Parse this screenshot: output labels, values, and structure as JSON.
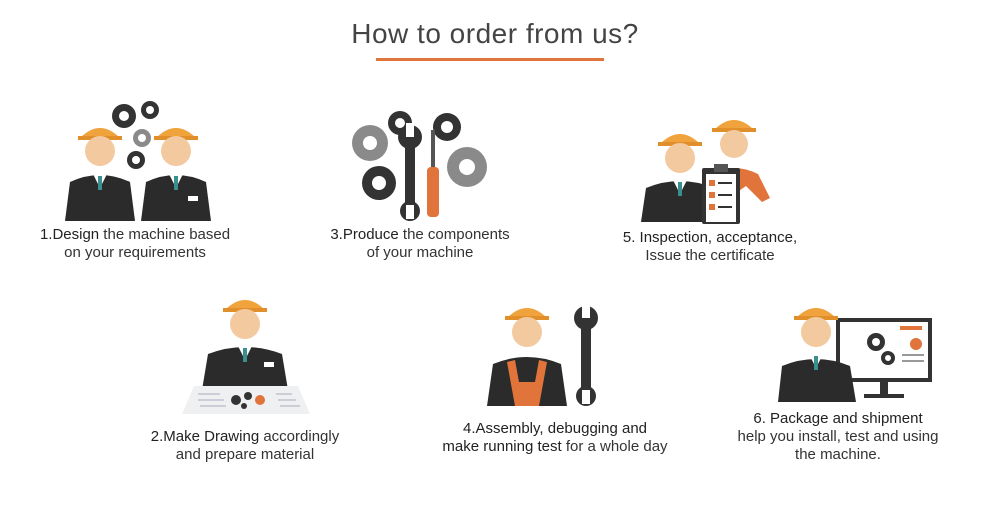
{
  "header": {
    "title": "How to order from us?"
  },
  "colors": {
    "accent": "#e0743a",
    "helmet": "#f0a23c",
    "suit": "#2b2b2b",
    "skin": "#f3c9a0",
    "gear_dark": "#333333",
    "gear_gray": "#8a8a8a"
  },
  "steps": [
    {
      "line1_hl": "1.Design",
      "line1_rest": " the machine based",
      "line2": "on your requirements",
      "icon": "engineers-with-gears-icon"
    },
    {
      "line1_hl": "2.Make Drawing",
      "line1_rest": " accordingly",
      "line2": "and prepare material",
      "icon": "engineer-drawing-icon"
    },
    {
      "line1_hl": "3.Produce",
      "line1_rest": " the components",
      "line2": "of your machine",
      "icon": "tools-and-gears-icon"
    },
    {
      "line1_hl": "4.Assembly, debugging and",
      "line1_rest": "",
      "line2_hl": "make running test",
      "line2_rest": " for a whole day",
      "icon": "worker-with-wrench-icon"
    },
    {
      "line1_hl": "5. Inspection, acceptance,",
      "line1_rest": "",
      "line2": "Issue the certificate",
      "icon": "inspection-checklist-icon"
    },
    {
      "line1_hl": "6. Package and shipment",
      "line1_rest": "",
      "line2": "help you install, test and using",
      "line3": "the machine.",
      "icon": "engineer-with-monitor-icon"
    }
  ]
}
